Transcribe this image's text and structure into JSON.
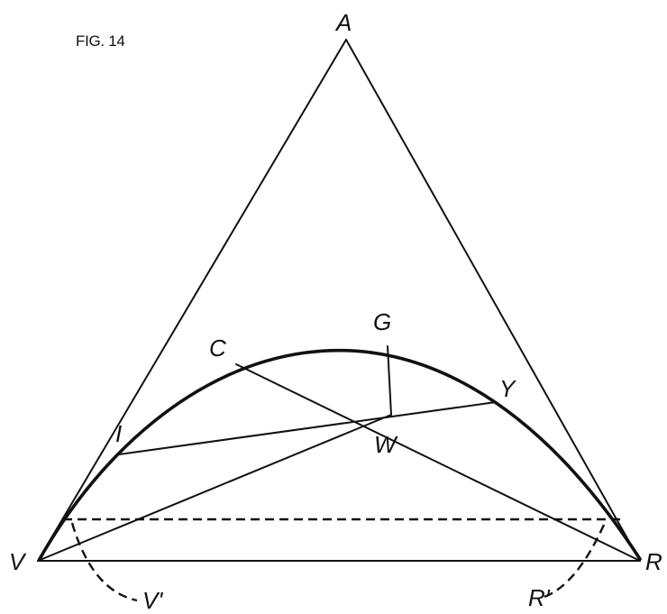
{
  "figure": {
    "title": "FIG. 14"
  },
  "labels": {
    "A": "A",
    "C": "C",
    "G": "G",
    "Y": "Y",
    "I": "I",
    "W": "W",
    "V": "V",
    "R": "R",
    "V_prime": "V'",
    "R_prime": "R'"
  },
  "colors": {
    "ink": "#111111",
    "background": "#ffffff"
  }
}
